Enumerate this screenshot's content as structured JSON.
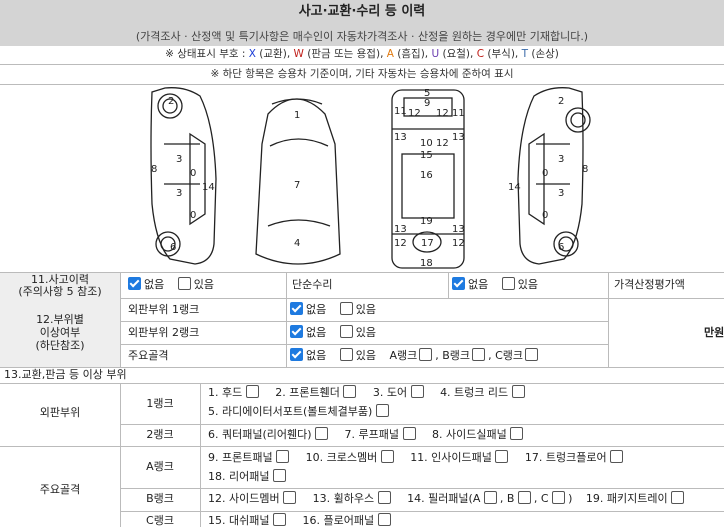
{
  "header": {
    "title": "사고·교환·수리 등 이력",
    "note": "(가격조사 · 산정액 및 특기사항은 매수인이 자동차가격조사 · 산정을 원하는 경우에만 기재합니다.)",
    "legend_prefix": "※ 상태표시 부호 : ",
    "legend_items": [
      {
        "code": "X",
        "desc": "(교환)"
      },
      {
        "code": "W",
        "desc": "(판금 또는 용접)"
      },
      {
        "code": "A",
        "desc": "(흠집)"
      },
      {
        "code": "U",
        "desc": "(요철)"
      },
      {
        "code": "C",
        "desc": "(부식)"
      },
      {
        "code": "T",
        "desc": "(손상)"
      }
    ],
    "legend_note": "※ 하단 항목은 승용차 기준이며, 기타 자동차는 승용차에 준하여 표시"
  },
  "diagram": {
    "side_left": [
      "2",
      "3",
      "0",
      "3",
      "0",
      "8",
      "14",
      "6"
    ],
    "front_back": [
      "1",
      "7",
      "4"
    ],
    "top": [
      "5",
      "9",
      "11",
      "12",
      "13",
      "10",
      "15",
      "16",
      "19",
      "17",
      "18"
    ],
    "side_right": [
      "2",
      "3",
      "0",
      "3",
      "0",
      "8",
      "14",
      "6"
    ]
  },
  "rows": {
    "accident": {
      "label": "11.사고이력\n(주의사항 5 참조)",
      "label_l1": "11.사고이력",
      "label_l2": "(주의사항 5 참조)",
      "opt_none": "없음",
      "opt_yes": "있음",
      "simple_repair": "단순수리",
      "price_label": "가격산정평가액"
    },
    "section12": {
      "label_l1": "12.부위별",
      "label_l2": "이상여부",
      "label_l3": "(하단참조)",
      "items": [
        {
          "label": "외판부위 1랭크",
          "none": "없음",
          "yes": "있음"
        },
        {
          "label": "외판부위 2랭크",
          "none": "없음",
          "yes": "있음"
        },
        {
          "label": "주요골격",
          "none": "없음",
          "yes": "있음",
          "ranks": [
            "A랭크",
            "B랭크",
            "C랭크"
          ]
        }
      ],
      "unit": "만원"
    },
    "section13": {
      "title": "13.교환,판금 등 이상 부위",
      "outer": {
        "label": "외판부위",
        "rank1": "1랭크",
        "rank1_line1": [
          "1. 후드",
          "2. 프론트휀더",
          "3. 도어",
          "4. 트렁크 리드"
        ],
        "rank1_line2": [
          "5. 라디에이터서포트(볼트체결부품)"
        ],
        "rank2": "2랭크",
        "rank2_items": [
          "6. 쿼터패널(리어휀다)",
          "7. 루프패널",
          "8. 사이드실패널"
        ]
      },
      "frame": {
        "label": "주요골격",
        "rankA": "A랭크",
        "rankA_line1": [
          "9. 프론트패널",
          "10. 크로스멤버",
          "11. 인사이드패널",
          "17. 트렁크플로어"
        ],
        "rankA_line2": [
          "18. 리어패널"
        ],
        "rankB": "B랭크",
        "rankB_items": [
          "12. 사이드멤버",
          "13. 휠하우스",
          "14. 필러패널(A",
          "B",
          "C",
          ")",
          "19. 패키지트레이"
        ],
        "rankC": "C랭크",
        "rankC_items": [
          "15. 대쉬패널",
          "16. 플로어패널"
        ]
      }
    }
  }
}
